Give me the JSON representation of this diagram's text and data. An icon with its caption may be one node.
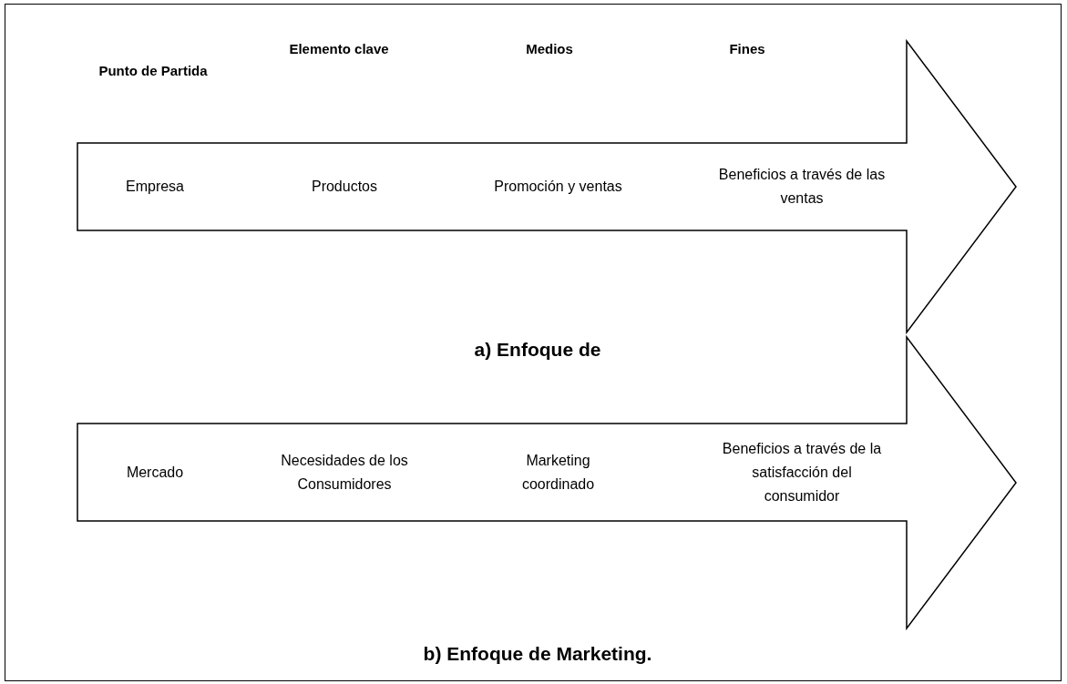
{
  "diagram": {
    "nodes": [
      {
        "text": [
          "Empresa",
          "Productos",
          "Promoción y ventas",
          "Beneficios a través de las ventas"
        ]
      },
      {
        "text": [
          "Mercado",
          "Necesidades de los Consumidores",
          "Marketing coordinado",
          "Beneficios a través de la satisfacción del consumidor"
        ]
      }
    ],
    "labels": [
      "Punto de Partida",
      "Elemento clave",
      "Medios",
      "Fines",
      "a) Enfoque de",
      "b) Enfoque de Marketing."
    ]
  }
}
